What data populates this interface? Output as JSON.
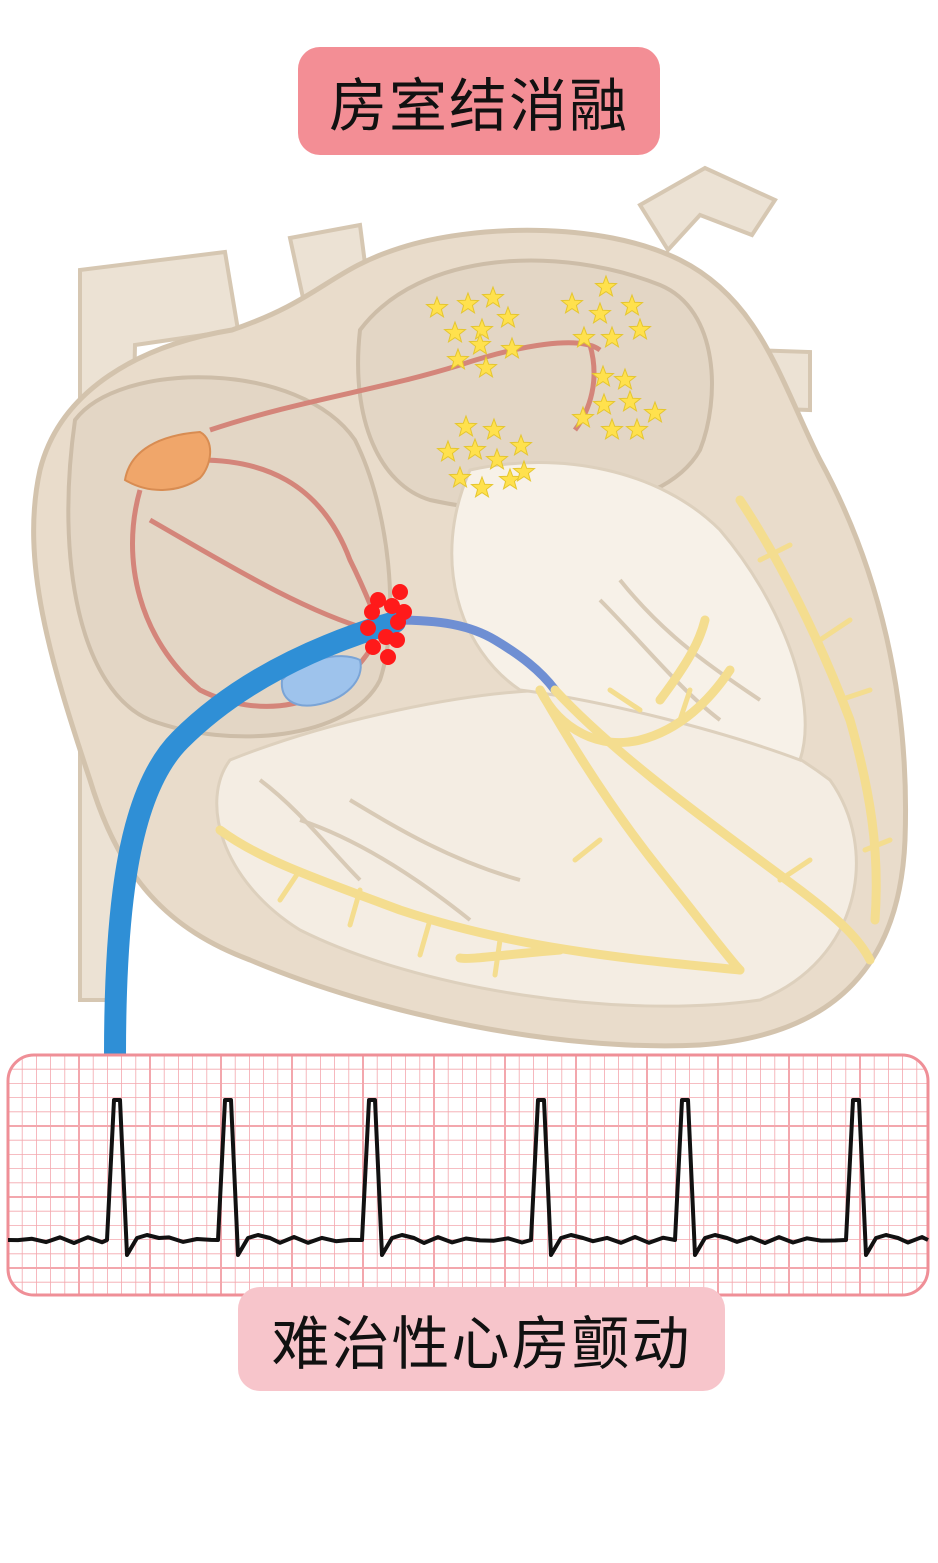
{
  "title": "房室结消融",
  "caption": "难治性心房颤动",
  "colors": {
    "heart_fill": "#e9dccb",
    "heart_outline": "#d3c3ad",
    "conduction_path": "#d4857a",
    "sa_node": "#f0a66a",
    "catheter": "#2f8fd6",
    "ablation_dots": "#ff1a1a",
    "af_stars": "#ffe14d",
    "purkinje": "#f4dd8f",
    "ecg_grid": "#f3a7ad",
    "ecg_trace": "#111111",
    "title_bg": "#f38e95",
    "caption_bg": "#f7c5cb"
  },
  "ecg": {
    "rhythm": "irregular",
    "beat_count": 6
  }
}
